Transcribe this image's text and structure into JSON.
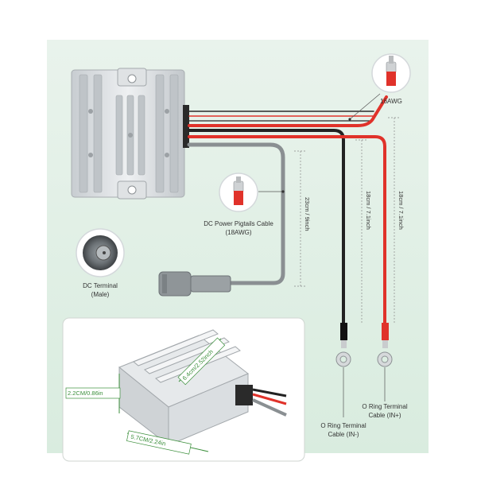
{
  "labels": {
    "awg16": "16AWG",
    "pigtail_line1": "DC Power Pigtails Cable",
    "pigtail_line2": "(18AWG)",
    "dc_terminal_line1": "DC Terminal",
    "dc_terminal_line2": "(Male)",
    "ring_pos_line1": "O Ring Terminal",
    "ring_pos_line2": "Cable (IN+)",
    "ring_neg_line1": "O Ring Terminal",
    "ring_neg_line2": "Cable  (IN-)"
  },
  "dimensions": {
    "grey_cable": "23cm / 9inch",
    "black_cable": "18cm / 7.1inch",
    "red_cable": "18cm / 7.1inch",
    "height": "6.4cm/2.52inch",
    "depth": "2.2CM/0.86in",
    "width": "5.7CM/2.24in"
  },
  "colors": {
    "background": "#dceee2",
    "red_wire": "#e0322a",
    "black_wire": "#222222",
    "grey_wire": "#8a8f92",
    "dimension_green": "#3b8f3b",
    "aluminum": "#d9dde0"
  }
}
